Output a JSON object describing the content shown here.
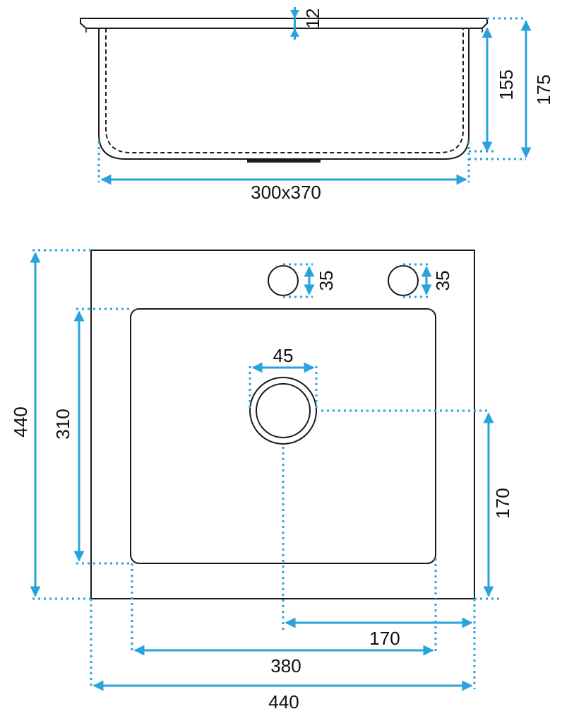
{
  "dimensions": {
    "rim_thickness": "12",
    "inner_depth": "155",
    "total_depth": "175",
    "bowl_size": "300x370",
    "tap_hole_left": "35",
    "tap_hole_right": "35",
    "drain_diameter": "45",
    "bowl_width": "310",
    "overall_width": "440",
    "drain_offset_vertical": "170",
    "drain_offset_horizontal": "170",
    "bowl_length": "380",
    "overall_length": "440"
  },
  "colors": {
    "dimension_line": "#29a3dc",
    "outline": "#1a1a1a"
  }
}
